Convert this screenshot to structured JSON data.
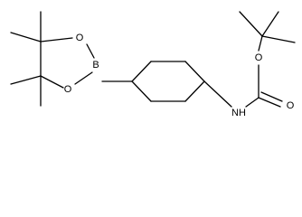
{
  "diagram": {
    "type": "chemical-structure",
    "atom_labels": {
      "o_boronate_upper": "O",
      "o_boronate_lower": "O",
      "boron": "B",
      "ester_oxygen": "O",
      "carbonyl_oxygen": "O",
      "amine": "NH"
    },
    "colors": {
      "bond": "#000000",
      "background": "#ffffff"
    }
  }
}
